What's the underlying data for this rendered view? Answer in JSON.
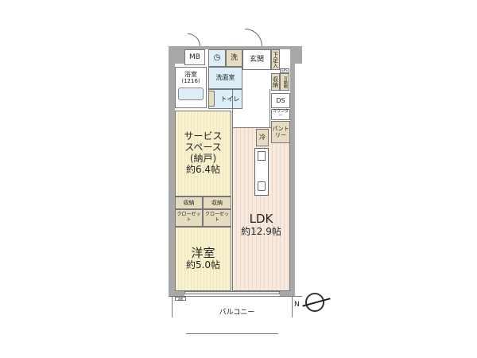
{
  "rooms": {
    "mb": "MB",
    "laundry": "洗",
    "washroom": "洗面室",
    "entrance": "玄関",
    "shoe_storage": "下足入",
    "bath": "浴室",
    "bath_size": "(1216)",
    "toilet": "トイレ",
    "storage_entry": "収納",
    "adjustable_shelf": "可動棚",
    "eps": "EPS",
    "ds": "DS",
    "counter": "カウンター",
    "pantry": "パントリー",
    "fridge": "冷",
    "service_space_line1": "サービス",
    "service_space_line2": "スペース",
    "service_space_line3": "(納戸)",
    "service_space_size": "約6.4帖",
    "storage_left": "収納",
    "storage_right": "収納",
    "closet_left": "クローゼット",
    "closet_right": "クローゼット",
    "western_room": "洋室",
    "western_room_size": "約5.0帖",
    "ldk": "LDK",
    "ldk_size": "約12.9帖",
    "balcony": "バルコニー",
    "hatch": "避難"
  },
  "compass": {
    "direction_label": "N"
  },
  "colors": {
    "wall": "#a8a8a8",
    "service_space": "#f8f2cf",
    "ldk": "#f8e9de",
    "washroom": "#dceef8",
    "storage": "#e6dcc0"
  }
}
